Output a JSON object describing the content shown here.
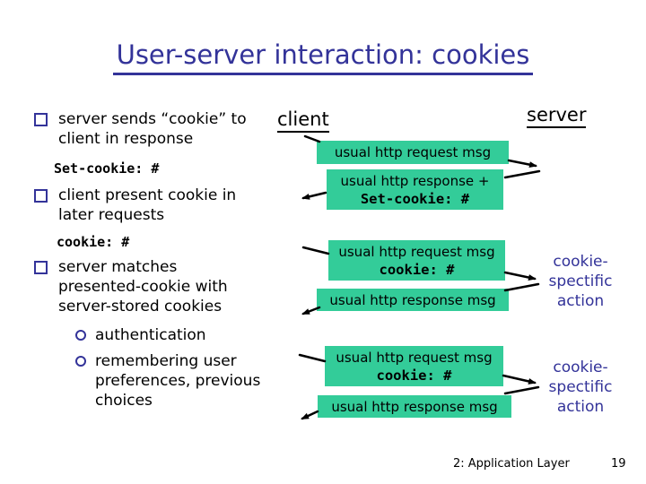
{
  "slide": {
    "title": "User-server interaction: cookies",
    "footer": {
      "section": "2: Application Layer",
      "page": "19"
    }
  },
  "bullets": {
    "item1": {
      "text": "server sends “cookie” to client in response",
      "code": "Set-cookie: #"
    },
    "item2": {
      "text": "client present cookie in later requests",
      "code": "cookie: #"
    },
    "item3": {
      "text": "server matches presented-cookie with server-stored cookies",
      "sub1": "authentication",
      "sub2": "remembering user preferences, previous choices"
    }
  },
  "diagram": {
    "client_label": "client",
    "server_label": "server",
    "msg1": {
      "text": "usual http request msg"
    },
    "msg2": {
      "text": "usual http response +",
      "code": "Set-cookie: #"
    },
    "msg3": {
      "text": "usual http request msg",
      "code": "cookie: #"
    },
    "msg4": {
      "text": "usual http response msg"
    },
    "msg5": {
      "text": "usual http request msg",
      "code": "cookie: #"
    },
    "msg6": {
      "text": "usual http response msg"
    },
    "note1": "cookie-\nspectific\naction",
    "note2": "cookie-\nspectific\naction"
  },
  "colors": {
    "title_navy": "#333399",
    "box_teal": "#33CC99",
    "text_black": "#000000"
  }
}
